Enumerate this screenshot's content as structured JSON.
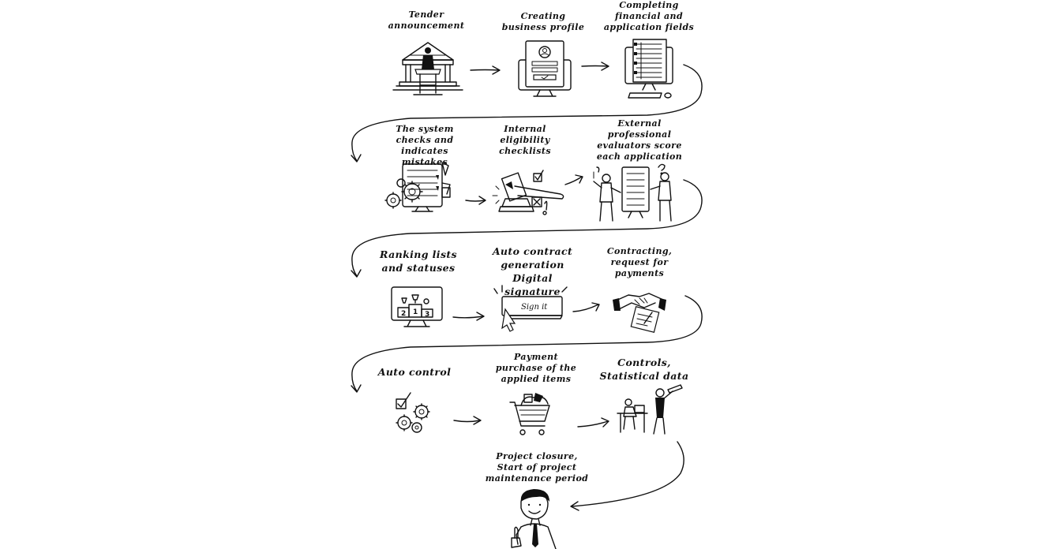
{
  "steps": [
    {
      "id": "tender",
      "label": "Tender\nannouncement"
    },
    {
      "id": "profile",
      "label": "Creating\nbusiness profile"
    },
    {
      "id": "fields",
      "label": "Completing\nfinancial and\napplication fields"
    },
    {
      "id": "checks",
      "label": "The system\nchecks and\nindicates mistakes"
    },
    {
      "id": "eligibility",
      "label": "Internal\neligibility\nchecklists"
    },
    {
      "id": "evaluators",
      "label": "External\nprofessional\nevaluators score\neach application"
    },
    {
      "id": "ranking",
      "label": "Ranking lists\nand statuses"
    },
    {
      "id": "contract",
      "label": "Auto contract\ngeneration\nDigital signature"
    },
    {
      "id": "contracting",
      "label": "Contracting,\nrequest for\npayments"
    },
    {
      "id": "autocontrol",
      "label": "Auto control"
    },
    {
      "id": "payment",
      "label": "Payment\npurchase of the\napplied items"
    },
    {
      "id": "controls",
      "label": "Controls,\nStatistical data"
    },
    {
      "id": "closure",
      "label": "Project closure,\nStart of project\nmaintenance period"
    }
  ],
  "icons": {
    "sign_button_text": "Sign it",
    "podium_numbers": [
      "2",
      "1",
      "3"
    ]
  }
}
